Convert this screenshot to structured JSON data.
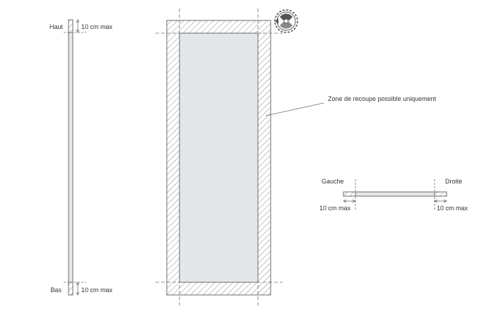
{
  "side_profile": {
    "top_label": "Haut",
    "top_measure": "10 cm max",
    "bottom_label": "Bas",
    "bottom_measure": "10 cm max"
  },
  "panel": {
    "callout": "Zone de recoupe possible uniquement",
    "saw": "circular-saw-icon"
  },
  "section": {
    "left_label": "Gauche",
    "right_label": "Droite",
    "left_measure": "10 cm max",
    "right_measure": "10 cm max"
  },
  "colors": {
    "line": "#6b6b6b",
    "fill": "#e4e7ea",
    "hatch": "#8a8a8a",
    "text": "#333333"
  }
}
